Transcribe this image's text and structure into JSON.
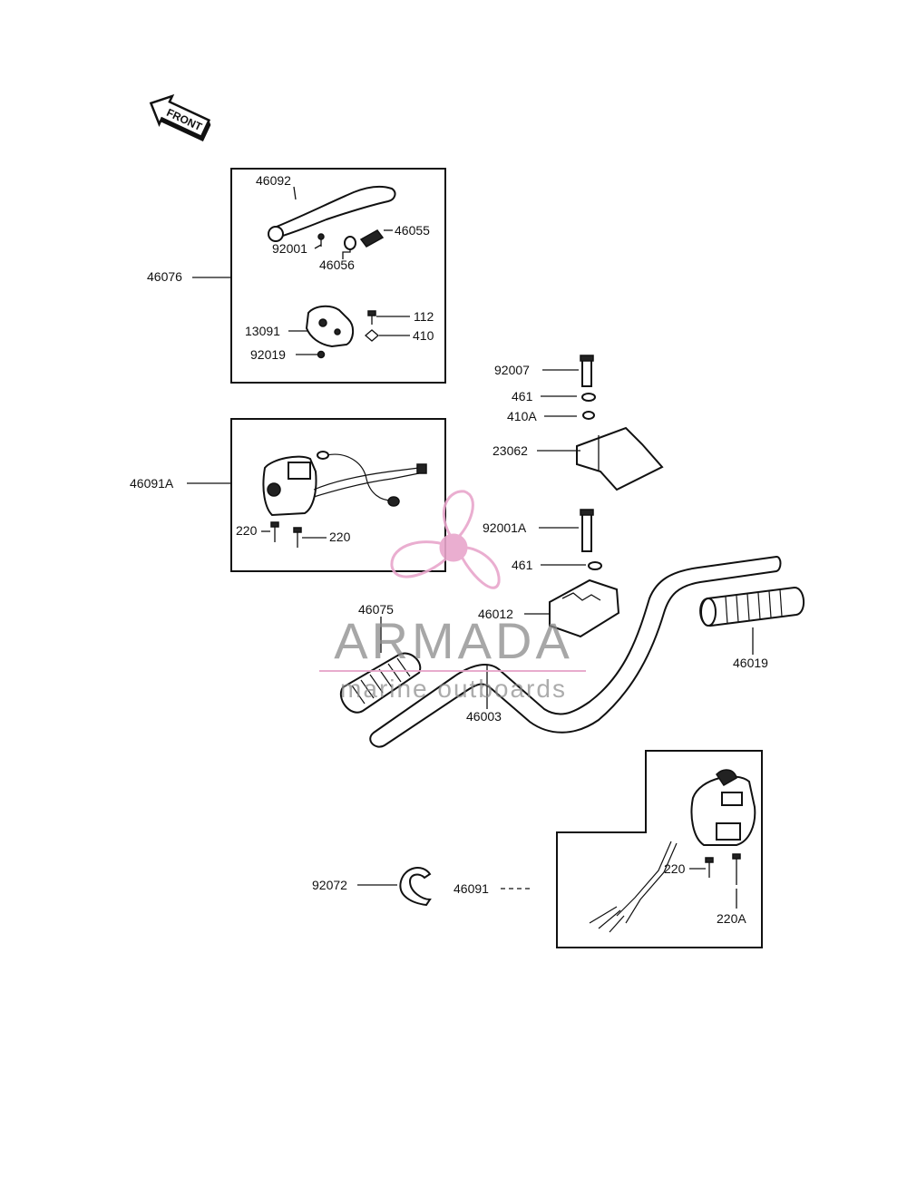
{
  "front_arrow": "FRONT",
  "labels": {
    "p46092": "46092",
    "p92001": "92001",
    "p46055": "46055",
    "p46056": "46056",
    "p46076": "46076",
    "p112": "112",
    "p13091": "13091",
    "p410": "410",
    "p92019": "92019",
    "p92007": "92007",
    "p461a": "461",
    "p410A": "410A",
    "p23062": "23062",
    "p46091A": "46091A",
    "p220a": "220",
    "p220b": "220",
    "p92001A": "92001A",
    "p461b": "461",
    "p46075": "46075",
    "p46012": "46012",
    "p46019": "46019",
    "p46003": "46003",
    "p92072": "92072",
    "p46091": "46091",
    "p220c": "220",
    "p220A": "220A"
  },
  "watermark": {
    "brand": "ARMADA",
    "tagline": "marine outboards",
    "colors": {
      "propeller": "#e8a6cc",
      "brand": "#8c8c8c",
      "tagline_line": "#e6a4c8"
    }
  }
}
